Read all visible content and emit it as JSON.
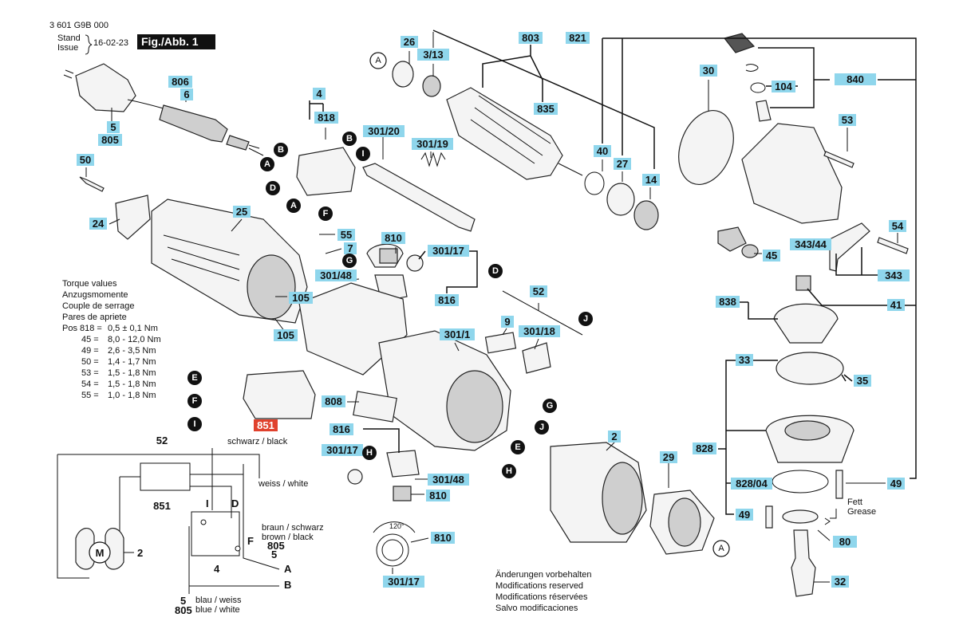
{
  "header": {
    "part_number": "3 601 G9B 000",
    "stand_label": "Stand",
    "issue_label": "Issue",
    "date": "16-02-23",
    "figure_label": "Fig./Abb. 1"
  },
  "torque": {
    "lines": [
      "Torque values",
      "Anzugsmomente",
      "Couple de serrage",
      "Pares de apriete"
    ],
    "rows": [
      {
        "pos": "Pos 818 =",
        "val": "0,5 ± 0,1 Nm"
      },
      {
        "pos": "45 =",
        "val": "8,0 - 12,0 Nm"
      },
      {
        "pos": "49 =",
        "val": "2,6 - 3,5 Nm"
      },
      {
        "pos": "50 =",
        "val": "1,4 - 1,7 Nm"
      },
      {
        "pos": "53 =",
        "val": "1,5 - 1,8 Nm"
      },
      {
        "pos": "54 =",
        "val": "1,5 - 1,8 Nm"
      },
      {
        "pos": "55 =",
        "val": "1,0 - 1,8 Nm"
      }
    ]
  },
  "notice": {
    "lines": [
      "Änderungen vorbehalten",
      "Modifications reserved",
      "Modifications réservées",
      "Salvo modificaciones"
    ]
  },
  "wiring": {
    "top_value": "52",
    "black": "schwarz / black",
    "white": "weiss / white",
    "brown": "braun / schwarz",
    "brown_en": "brown / black",
    "blue": "blau / weiss",
    "blue_en": "blue / white",
    "box_label": "851",
    "motor": "M",
    "motor_num": "2",
    "switch_num": "4",
    "pin_i": "I",
    "pin_d": "D",
    "pin_f": "F",
    "num_805a": "805",
    "num_5a": "5",
    "num_5b": "5",
    "num_805b": "805",
    "term_a": "A",
    "term_b": "B"
  },
  "grease": {
    "de": "Fett",
    "en": "Grease"
  },
  "angle": "120°",
  "part_labels": [
    {
      "id": "806",
      "text": "806"
    },
    {
      "id": "6",
      "text": "6"
    },
    {
      "id": "5",
      "text": "5"
    },
    {
      "id": "805",
      "text": "805"
    },
    {
      "id": "50",
      "text": "50"
    },
    {
      "id": "24",
      "text": "24"
    },
    {
      "id": "4",
      "text": "4"
    },
    {
      "id": "818",
      "text": "818"
    },
    {
      "id": "301-20",
      "text": "301/20"
    },
    {
      "id": "301-19",
      "text": "301/19"
    },
    {
      "id": "25",
      "text": "25"
    },
    {
      "id": "55",
      "text": "55"
    },
    {
      "id": "7",
      "text": "7"
    },
    {
      "id": "810a",
      "text": "810"
    },
    {
      "id": "301-17a",
      "text": "301/17"
    },
    {
      "id": "301-48a",
      "text": "301/48"
    },
    {
      "id": "816a",
      "text": "816"
    },
    {
      "id": "105a",
      "text": "105"
    },
    {
      "id": "105b",
      "text": "105"
    },
    {
      "id": "26",
      "text": "26"
    },
    {
      "id": "3-13",
      "text": "3/13"
    },
    {
      "id": "803",
      "text": "803"
    },
    {
      "id": "835",
      "text": "835"
    },
    {
      "id": "821",
      "text": "821"
    },
    {
      "id": "40",
      "text": "40"
    },
    {
      "id": "27",
      "text": "27"
    },
    {
      "id": "14",
      "text": "14"
    },
    {
      "id": "30",
      "text": "30"
    },
    {
      "id": "104",
      "text": "104"
    },
    {
      "id": "840",
      "text": "840"
    },
    {
      "id": "53",
      "text": "53"
    },
    {
      "id": "54",
      "text": "54"
    },
    {
      "id": "343-44",
      "text": "343/44"
    },
    {
      "id": "45",
      "text": "45"
    },
    {
      "id": "343",
      "text": "343"
    },
    {
      "id": "838",
      "text": "838"
    },
    {
      "id": "41",
      "text": "41"
    },
    {
      "id": "52",
      "text": "52"
    },
    {
      "id": "9",
      "text": "9"
    },
    {
      "id": "301-1",
      "text": "301/1"
    },
    {
      "id": "301-18",
      "text": "301/18"
    },
    {
      "id": "808",
      "text": "808"
    },
    {
      "id": "816b",
      "text": "816"
    },
    {
      "id": "301-17b",
      "text": "301/17"
    },
    {
      "id": "301-48b",
      "text": "301/48"
    },
    {
      "id": "810b",
      "text": "810"
    },
    {
      "id": "810c",
      "text": "810"
    },
    {
      "id": "301-17c",
      "text": "301/17"
    },
    {
      "id": "2",
      "text": "2"
    },
    {
      "id": "29",
      "text": "29"
    },
    {
      "id": "33",
      "text": "33"
    },
    {
      "id": "35",
      "text": "35"
    },
    {
      "id": "828",
      "text": "828"
    },
    {
      "id": "828-04",
      "text": "828/04"
    },
    {
      "id": "49a",
      "text": "49"
    },
    {
      "id": "49b",
      "text": "49"
    },
    {
      "id": "80",
      "text": "80"
    },
    {
      "id": "32",
      "text": "32"
    },
    {
      "id": "851",
      "text": "851"
    }
  ],
  "callouts": [
    "A",
    "B",
    "D",
    "I",
    "F",
    "G",
    "J",
    "E",
    "H"
  ]
}
